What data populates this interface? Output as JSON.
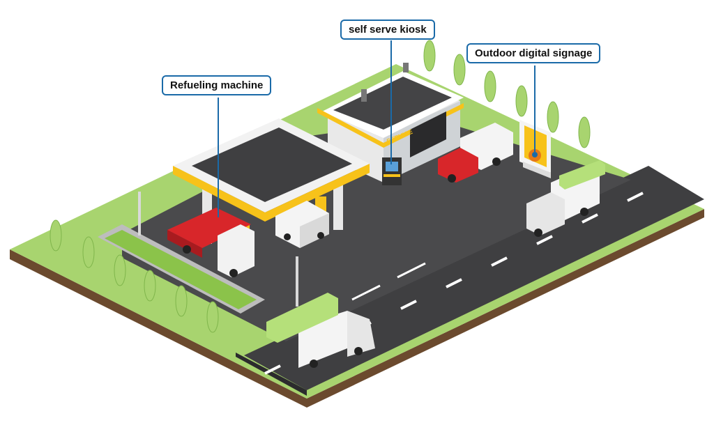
{
  "callouts": {
    "refueling": "Refueling machine",
    "kiosk": "self serve kiosk",
    "signage": "Outdoor digital signage"
  },
  "store_sign": "SERVICE",
  "colors": {
    "callout_border": "#1a6aa8",
    "leader_line": "#1a6aa8",
    "canopy_yellow": "#f7c21a",
    "grass": "#a8d46f",
    "asphalt": "#3f3f41",
    "truck_red": "#d8262a",
    "marker_blue": "#1a6aa8"
  },
  "icons": [
    "refueling-machine-icon",
    "self-serve-kiosk-icon",
    "digital-signage-icon",
    "tree-icon",
    "truck-icon"
  ]
}
